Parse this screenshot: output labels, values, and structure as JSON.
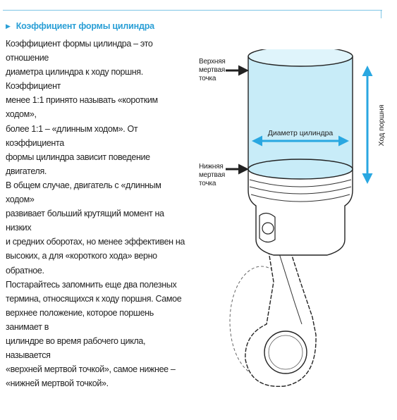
{
  "section": {
    "marker": "▶",
    "title": "Коэффициент формы цилиндра"
  },
  "body": {
    "paragraph_lines": [
      "Коэффициент формы цилиндра – это отношение",
      "диаметра цилиндра к ходу поршня. Коэффициент",
      "менее 1:1 принято называть «коротким ходом»,",
      "более 1:1 – «длинным ходом». От коэффициента",
      "формы цилиндра зависит поведение двигателя.",
      "В общем случае, двигатель с «длинным ходом»",
      "развивает больший крутящий момент на низких",
      "и средних оборотах, но менее эффективен на",
      "высоких, а для «короткого хода» верно обратное.",
      "Постарайтесь запомнить еще два полезных",
      "термина, относящихся к ходу поршня. Самое",
      "верхнее положение, которое поршень занимает в",
      "цилиндре во время рабочего цикла, называется",
      "«верхней мертвой точкой», самое нижнее –",
      "«нижней мертвой точкой»."
    ]
  },
  "figure": {
    "tdc_label": [
      "Верхняя",
      "мертвая",
      "точка"
    ],
    "bdc_label": [
      "Нижняя",
      "мертвая",
      "точка"
    ],
    "bore_label": "Диаметр цилиндра",
    "stroke_label": "Ход поршня",
    "colors": {
      "cylinder_fill": "#c8ecf8",
      "arrow": "#29a7e1",
      "outline": "#222222"
    }
  }
}
